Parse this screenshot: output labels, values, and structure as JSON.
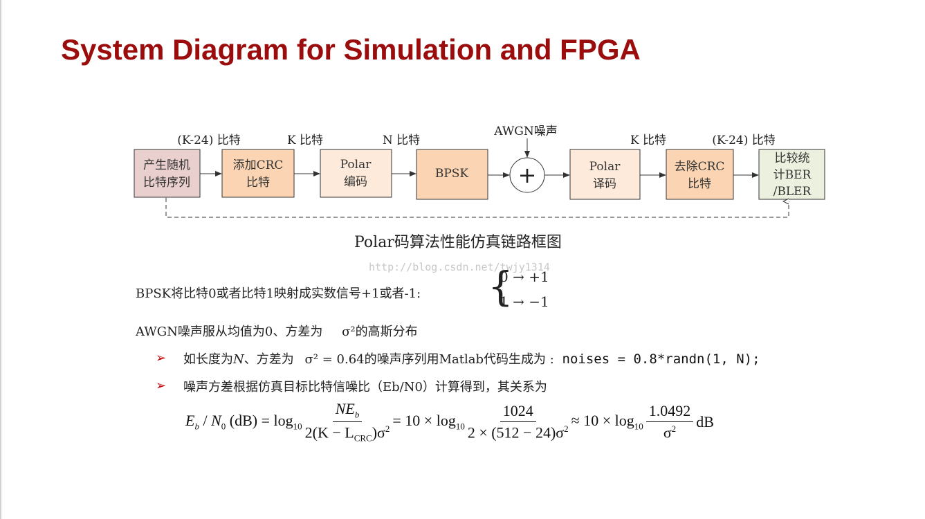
{
  "title": "System Diagram for Simulation and FPGA",
  "diagram": {
    "blocks": [
      {
        "id": "gen",
        "lines": [
          "产生随机",
          "比特序列"
        ]
      },
      {
        "id": "crc_add",
        "lines": [
          "添加CRC",
          "比特"
        ]
      },
      {
        "id": "polar_enc",
        "lines": [
          "Polar",
          "编码"
        ]
      },
      {
        "id": "bpsk",
        "lines": [
          "BPSK"
        ]
      },
      {
        "id": "polar_dec",
        "lines": [
          "Polar",
          "译码"
        ]
      },
      {
        "id": "crc_remove",
        "lines": [
          "去除CRC",
          "比特"
        ]
      },
      {
        "id": "compare",
        "lines": [
          "比较统",
          "计BER",
          "/BLER"
        ]
      }
    ],
    "edge_labels": [
      "(K-24) 比特",
      "K 比特",
      "N 比特",
      "AWGN噪声",
      "K 比特",
      "(K-24) 比特"
    ],
    "adder_symbol": "+",
    "colors": {
      "gen_fill": "#e9cfcd",
      "orange_fill": "#fbd5b3",
      "light_fill": "#fdeada",
      "compare_fill": "#ebf1de",
      "stroke": "#333333"
    }
  },
  "caption": "Polar码算法性能仿真链路框图",
  "watermark": "http://blog.csdn.net/twjy1314",
  "bpsk_line": {
    "text": "BPSK将比特0或者比特1映射成实数信号+1或者-1:",
    "case1": "0 → +1",
    "case2": "1 → −1"
  },
  "awgn_line": {
    "prefix": "AWGN噪声服从均值为0、方差为",
    "sigma": "σ²",
    "suffix": "的高斯分布"
  },
  "bullets": [
    {
      "prefix": "如长度为",
      "n": "N",
      "mid": "、方差为",
      "sigma": "σ",
      "value": "² = 0.64",
      "text2": "的噪声序列用Matlab代码生成为 :",
      "code": "noises = 0.8*randn(1, N);"
    },
    {
      "text": "噪声方差根据仿真目标比特信噪比（Eb/N0）计算得到，其关系为"
    }
  ],
  "bullet_symbol": "➢",
  "formula": {
    "lhs_E": "E",
    "lhs_b": "b",
    "lhs_slash": " / ",
    "lhs_N": "N",
    "lhs_0": "0",
    "lhs_unit": " (dB) = log",
    "base1": "10",
    "f1_num_N": "NE",
    "f1_num_b": "b",
    "f1_den_a": "2(K − L",
    "f1_den_crc": "CRC",
    "f1_den_b": ")σ",
    "f1_den_sq": "2",
    "eq2": " = 10 × log",
    "base2": "10",
    "f2_num": "1024",
    "f2_den": "2 × (512 − 24)σ",
    "f2_den_sq": "2",
    "approx": " ≈ 10 × log",
    "base3": "10",
    "f3_num": "1.0492",
    "f3_den": "σ",
    "f3_den_sq": "2",
    "unit": " dB"
  }
}
